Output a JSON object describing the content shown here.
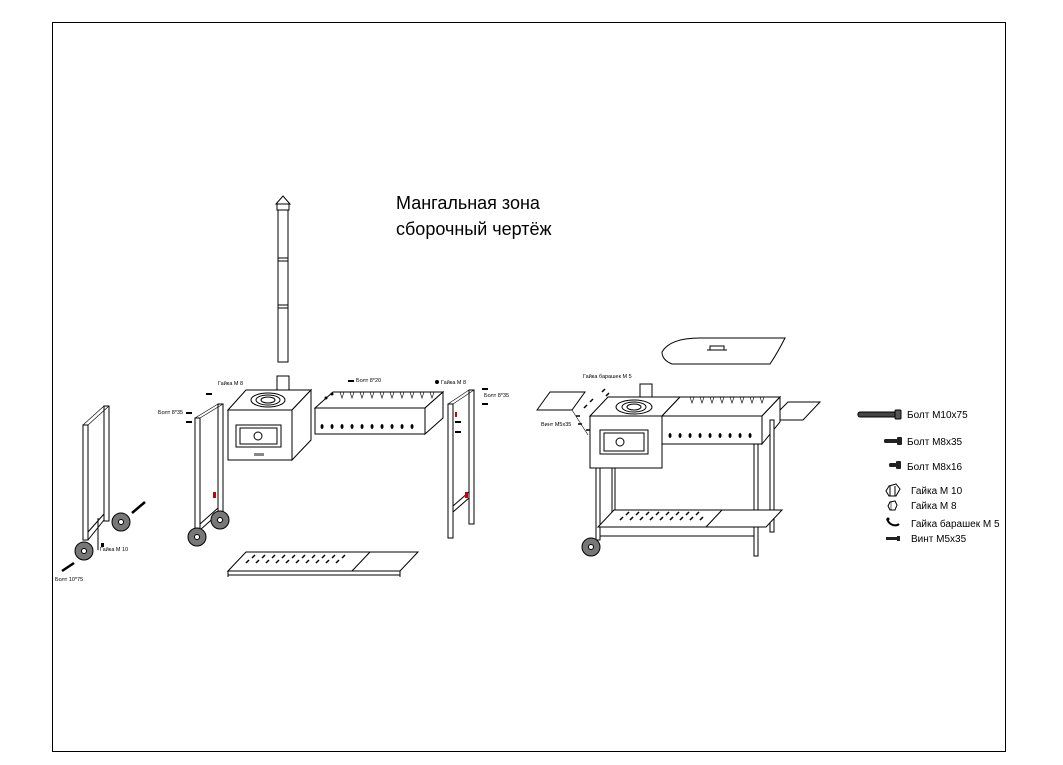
{
  "title": {
    "line1": "Мангальная зона",
    "line2": "сборочный чертёж"
  },
  "callouts": {
    "left_nut_m10": "Гайка М 10",
    "left_bolt_10x75": "Болт 10*75",
    "nut_m8_top": "Гайка М 8",
    "bolt_8x35_left": "Болт 8*35",
    "bolt_8x20": "Болт 8*20",
    "nut_m8_right": "Гайка М 8",
    "bolt_8x35_right": "Болт 8*35",
    "wing_nut_m5": "Гайка барашек М 5",
    "screw_m5x35": "Винт  М5х35"
  },
  "legend": [
    {
      "icon": "bolt-m10x75-icon",
      "label": "Болт  М10х75"
    },
    {
      "icon": "bolt-m8x35-icon",
      "label": "Болт  М8х35"
    },
    {
      "icon": "bolt-m8x16-icon",
      "label": "Болт  М8х16"
    },
    {
      "icon": "nut-m10-icon",
      "label": "Гайка М 10"
    },
    {
      "icon": "nut-m8-icon",
      "label": "Гайка М 8"
    },
    {
      "icon": "wing-nut-m5-icon",
      "label": "Гайка барашек М 5"
    },
    {
      "icon": "screw-m5x35-icon",
      "label": "Винт  М5х35"
    }
  ]
}
